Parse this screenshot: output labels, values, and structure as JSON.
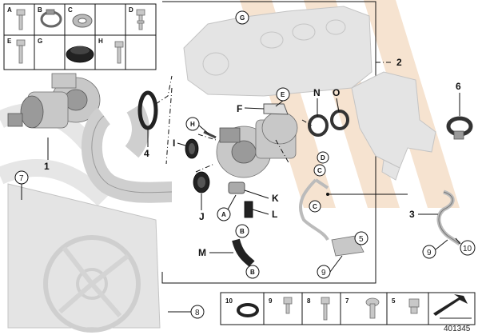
{
  "legend_top": [
    {
      "letter": "A"
    },
    {
      "letter": "B"
    },
    {
      "letter": "C"
    },
    {
      "letter": "D"
    },
    {
      "letter": "E"
    },
    {
      "letter": "G"
    },
    {
      "letter": "H"
    }
  ],
  "legend_bottom": [
    {
      "num": "10"
    },
    {
      "num": "9"
    },
    {
      "num": "8"
    },
    {
      "num": "7"
    },
    {
      "num": "5"
    }
  ],
  "callouts": {
    "n1": "1",
    "n2": "2",
    "n3": "3",
    "n4": "4",
    "n5": "5",
    "n6": "6",
    "n7": "7",
    "n8": "8",
    "n9a": "9",
    "n9b": "9",
    "n10": "10",
    "A": "A",
    "B1": "B",
    "B2": "B",
    "C1": "C",
    "C2": "C",
    "D": "D",
    "E": "E",
    "F": "F",
    "G": "G",
    "H": "H",
    "I": "I",
    "J": "J",
    "K": "K",
    "L": "L",
    "M": "M",
    "N": "N",
    "O": "O"
  },
  "diagram_id": "401345",
  "colors": {
    "watermark": "#f6e3d0",
    "line": "#111111",
    "part": "#c8c8c8"
  }
}
